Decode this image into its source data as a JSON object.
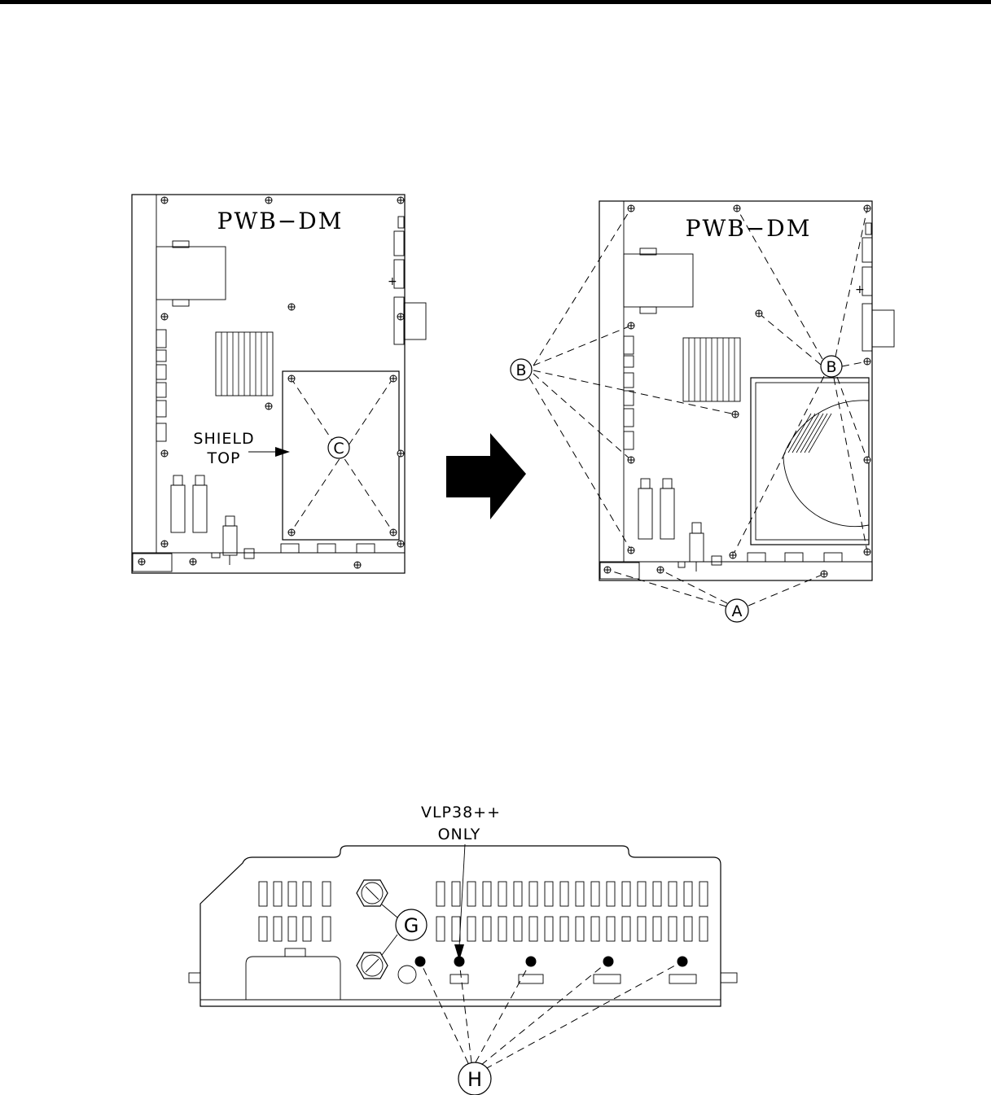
{
  "left_board": {
    "title": "PWB−DM",
    "shield_label_line1": "SHIELD",
    "shield_label_line2": "TOP",
    "callout_c": "C"
  },
  "right_board": {
    "title": "PWB−DM",
    "callout_b_left": "B",
    "callout_b_right": "B",
    "callout_a": "A"
  },
  "rear_panel": {
    "note_line1": "VLP38++",
    "note_line2": "ONLY",
    "callout_g": "G",
    "callout_h": "H"
  }
}
